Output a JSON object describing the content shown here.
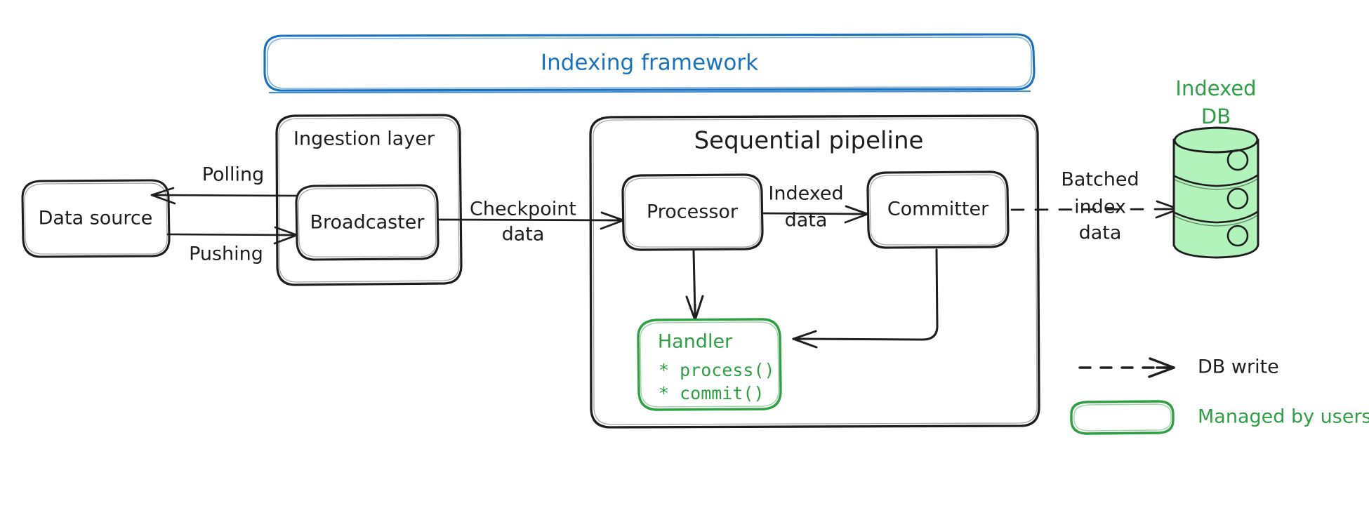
{
  "colors": {
    "stroke": "#1e1e1e",
    "framework_blue": "#1971c2",
    "user_green": "#2f9e44",
    "db_fill": "#b2f2bb",
    "background": "#ffffff"
  },
  "framework": {
    "title": "Indexing framework"
  },
  "nodes": {
    "data_source": {
      "label": "Data source"
    },
    "ingestion_layer": {
      "title": "Ingestion layer"
    },
    "broadcaster": {
      "label": "Broadcaster"
    },
    "sequential_pipeline": {
      "title": "Sequential pipeline"
    },
    "processor": {
      "label": "Processor"
    },
    "committer": {
      "label": "Committer"
    },
    "handler": {
      "title": "Handler",
      "methods": [
        "* process()",
        "* commit()"
      ]
    },
    "indexed_db": {
      "title_line1": "Indexed",
      "title_line2": "DB"
    }
  },
  "edges": {
    "polling": {
      "label": "Polling"
    },
    "pushing": {
      "label": "Pushing"
    },
    "checkpoint": {
      "line1": "Checkpoint",
      "line2": "data"
    },
    "indexed_data": {
      "line1": "Indexed",
      "line2": "data"
    },
    "batched": {
      "line1": "Batched",
      "line2": "index",
      "line3": "data"
    }
  },
  "legend": {
    "items": [
      {
        "kind": "dashed-arrow",
        "label": "DB write"
      },
      {
        "kind": "green-box",
        "label": "Managed by users"
      }
    ]
  }
}
